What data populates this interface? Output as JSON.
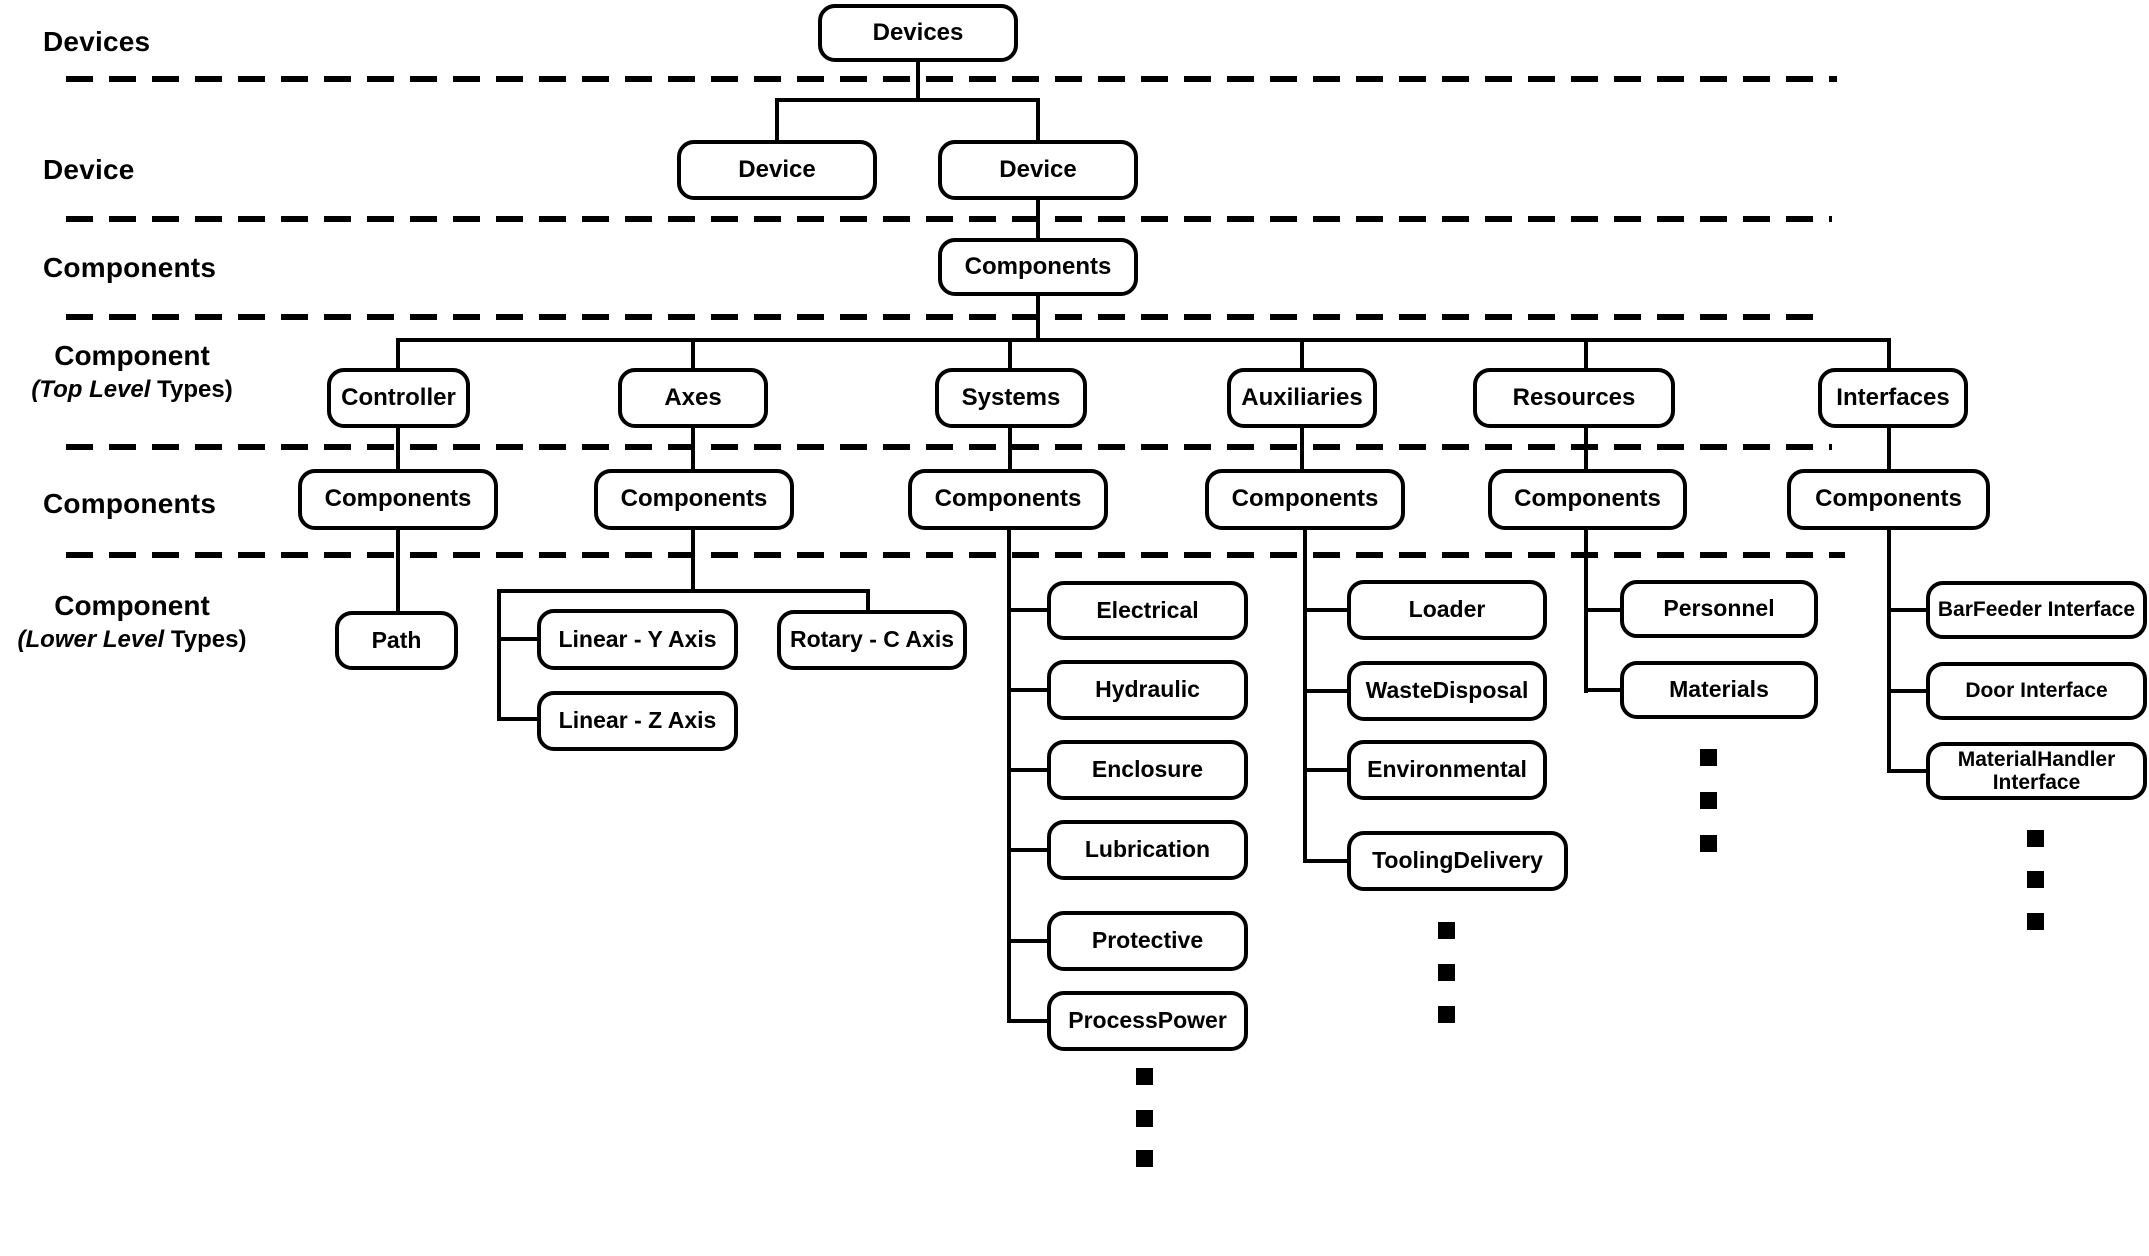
{
  "row_labels": [
    {
      "title": "Devices"
    },
    {
      "title": "Device"
    },
    {
      "title": "Components"
    },
    {
      "title": "Component",
      "sub_italic": "(Top Level",
      "sub_rest": " Types)"
    },
    {
      "title": "Components"
    },
    {
      "title": "Component",
      "sub_italic": "(Lower Level",
      "sub_rest": " Types)"
    }
  ],
  "tree": {
    "devices": "Devices",
    "device_instances": [
      "Device",
      "Device"
    ],
    "components_root": "Components",
    "branches": [
      {
        "type": "Controller",
        "components": "Components",
        "children": [
          "Path"
        ],
        "more": false
      },
      {
        "type": "Axes",
        "components": "Components",
        "children": [
          "Linear - Y Axis",
          "Linear - Z Axis",
          "Rotary - C Axis"
        ],
        "more": false
      },
      {
        "type": "Systems",
        "components": "Components",
        "children": [
          "Electrical",
          "Hydraulic",
          "Enclosure",
          "Lubrication",
          "Protective",
          "ProcessPower"
        ],
        "more": true
      },
      {
        "type": "Auxiliaries",
        "components": "Components",
        "children": [
          "Loader",
          "WasteDisposal",
          "Environmental",
          "ToolingDelivery"
        ],
        "more": true
      },
      {
        "type": "Resources",
        "components": "Components",
        "children": [
          "Personnel",
          "Materials"
        ],
        "more": true
      },
      {
        "type": "Interfaces",
        "components": "Components",
        "children": [
          "BarFeeder Interface",
          "Door Interface",
          "MaterialHandler Interface"
        ],
        "more": true
      }
    ]
  },
  "colors": {
    "line": "#000000",
    "background": "#ffffff",
    "text": "#000000"
  }
}
